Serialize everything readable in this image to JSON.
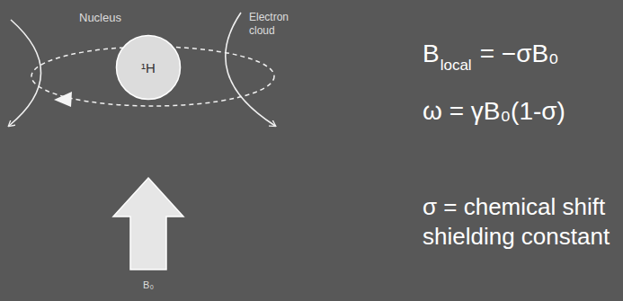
{
  "diagram": {
    "nodes": [
      {
        "text": [
          "¹H"
        ]
      }
    ],
    "labels": [
      "Nucleus",
      "Electron cloud",
      "B₀",
      "B",
      "local",
      "= −σB₀",
      "ω = γB₀(1-σ)",
      "σ = chemical shift shielding constant"
    ]
  }
}
